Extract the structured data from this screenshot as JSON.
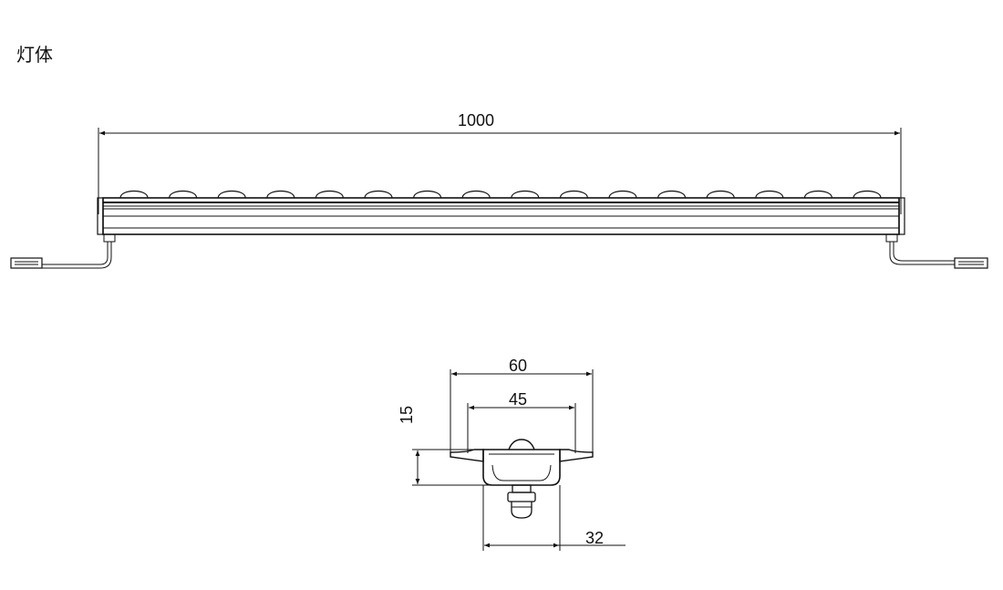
{
  "title": "灯体",
  "dimensions": {
    "length": "1000",
    "width_outer": "60",
    "width_inner": "45",
    "height": "15",
    "base_width": "32"
  },
  "lens_count": 16,
  "colors": {
    "line": "#111111",
    "background": "#ffffff"
  }
}
